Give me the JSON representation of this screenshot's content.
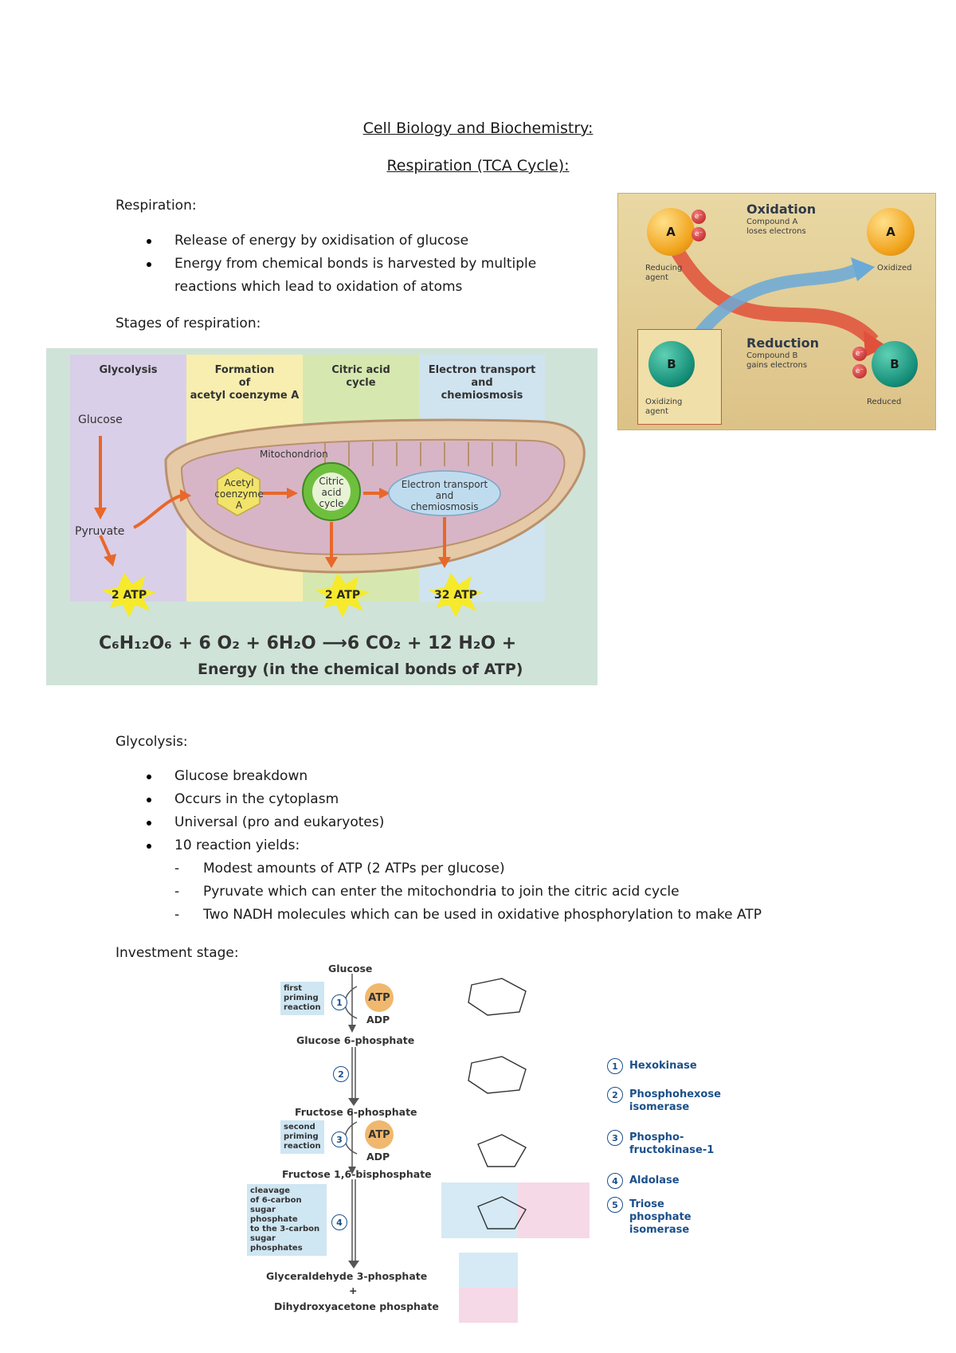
{
  "titles": {
    "main": "Cell Biology and Biochemistry:",
    "sub": "Respiration (TCA Cycle):"
  },
  "respiration": {
    "heading": "Respiration:",
    "bullets": [
      "Release of energy by oxidisation of glucose",
      "Energy from chemical bonds is harvested by multiple",
      "reactions which lead to oxidation of atoms"
    ],
    "stages_heading": "Stages of respiration:"
  },
  "redox_figure": {
    "oxidation_title": "Oxidation",
    "oxidation_sub": [
      "Compound A",
      "loses electrons"
    ],
    "reduction_title": "Reduction",
    "reduction_sub": [
      "Compound B",
      "gains electrons"
    ],
    "a_label": "A",
    "b_label": "B",
    "electron": "e⁻",
    "reducing_agent": [
      "Reducing",
      "agent"
    ],
    "oxidized": "Oxidized",
    "oxidizing_agent": [
      "Oxidizing",
      "agent"
    ],
    "reduced": "Reduced",
    "colors": {
      "orb_a": "#f1a31c",
      "orb_b": "#17907a",
      "arrow_red": "#e0503a",
      "arrow_blue": "#6aa9d8"
    }
  },
  "stages_figure": {
    "columns": [
      {
        "header": [
          "Glycolysis"
        ],
        "color": "#d9cfe8"
      },
      {
        "header": [
          "Formation",
          "of",
          "acetyl coenzyme A"
        ],
        "color": "#f7eeb0"
      },
      {
        "header": [
          "Citric acid",
          "cycle"
        ],
        "color": "#d6e8b0"
      },
      {
        "header": [
          "Electron transport",
          "and",
          "chemiosmosis"
        ],
        "color": "#cfe4ef"
      }
    ],
    "glucose": "Glucose",
    "pyruvate": "Pyruvate",
    "mitochondrion": "Mitochondrion",
    "acetyl": [
      "Acetyl",
      "coenzyme",
      "A"
    ],
    "citric": [
      "Citric",
      "acid",
      "cycle"
    ],
    "electron_transport": [
      "Electron transport",
      "and",
      "chemiosmosis"
    ],
    "atp_1": "2 ATP",
    "atp_2": "2 ATP",
    "atp_3": "32 ATP",
    "equation_line1": "C₆H₁₂O₆ + 6 O₂ + 6H₂O ⟶6 CO₂ + 12 H₂O +",
    "equation_line2": "Energy (in the chemical bonds of ATP)"
  },
  "glycolysis": {
    "heading": "Glycolysis:",
    "bullets": [
      "Glucose breakdown",
      "Occurs in the cytoplasm",
      "Universal (pro and eukaryotes)",
      "10 reaction yields:"
    ],
    "sub_points": [
      "Modest amounts of ATP (2 ATPs per glucose)",
      "Pyruvate which can enter the mitochondria to join the citric acid cycle",
      "Two NADH molecules which can be used in oxidative phosphorylation to make ATP"
    ],
    "investment_heading": "Investment stage:"
  },
  "investment_figure": {
    "glucose": "Glucose",
    "g6p": "Glucose 6-phosphate",
    "f6p": "Fructose 6-phosphate",
    "f16bp": "Fructose 1,6-bisphosphate",
    "g3p": "Glyceraldehyde 3-phosphate",
    "plus": "+",
    "dhap": "Dihydroxyacetone phosphate",
    "atp": "ATP",
    "adp": "ADP",
    "first_priming": [
      "first",
      "priming",
      "reaction"
    ],
    "second_priming": [
      "second",
      "priming",
      "reaction"
    ],
    "cleavage": [
      "cleavage",
      "of 6-carbon",
      "sugar phosphate",
      "to the 3-carbon",
      "sugar",
      "phosphates"
    ],
    "step_numbers": [
      "1",
      "2",
      "3",
      "4",
      "5"
    ],
    "enzymes": [
      [
        "Hexokinase"
      ],
      [
        "Phosphohexose",
        "isomerase"
      ],
      [
        "Phospho-",
        "fructokinase-1"
      ],
      [
        "Aldolase"
      ],
      [
        "Triose",
        "phosphate",
        "isomerase"
      ]
    ]
  }
}
